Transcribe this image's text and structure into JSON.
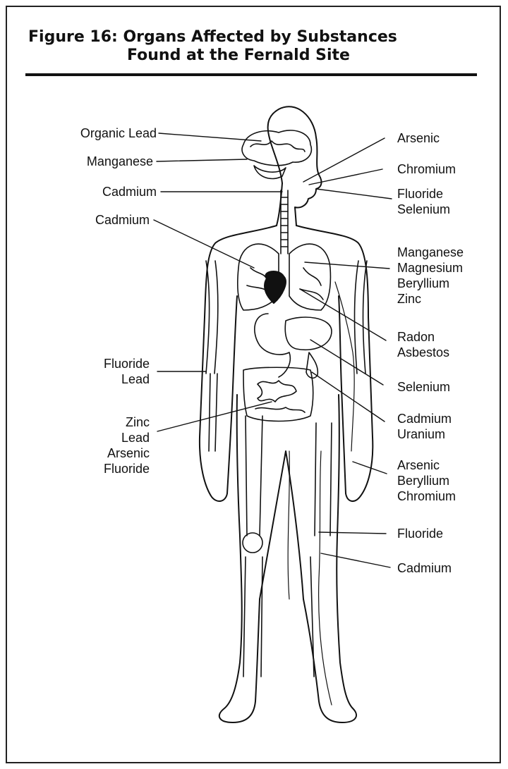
{
  "title_line1": "Figure 16: Organs Affected by  Substances",
  "title_line2": "Found at the Fernald Site",
  "labels_left": [
    {
      "id": "organic-lead",
      "lines": [
        "Organic Lead"
      ]
    },
    {
      "id": "manganese-brain",
      "lines": [
        "Manganese"
      ]
    },
    {
      "id": "cadmium-nasal",
      "lines": [
        "Cadmium"
      ]
    },
    {
      "id": "cadmium-lungs",
      "lines": [
        "Cadmium"
      ]
    },
    {
      "id": "fluoride-lead-bone",
      "lines": [
        "Fluoride",
        "Lead"
      ]
    },
    {
      "id": "intestine-group",
      "lines": [
        "Zinc",
        "Lead",
        "Arsenic",
        "Fluoride"
      ]
    }
  ],
  "labels_right": [
    {
      "id": "arsenic-mouth",
      "lines": [
        "Arsenic"
      ]
    },
    {
      "id": "chromium-nose",
      "lines": [
        "Chromium"
      ]
    },
    {
      "id": "fluoride-selenium-teeth",
      "lines": [
        "Fluoride",
        "Selenium"
      ]
    },
    {
      "id": "lung-metals",
      "lines": [
        "Manganese",
        "Magnesium",
        "Beryllium",
        "Zinc"
      ]
    },
    {
      "id": "radon-asbestos",
      "lines": [
        "Radon",
        "Asbestos"
      ]
    },
    {
      "id": "selenium-liver",
      "lines": [
        "Selenium"
      ]
    },
    {
      "id": "cadmium-uranium-kidney",
      "lines": [
        "Cadmium",
        "Uranium"
      ]
    },
    {
      "id": "skin-group",
      "lines": [
        "Arsenic",
        "Beryllium",
        "Chromium"
      ]
    },
    {
      "id": "fluoride-bone",
      "lines": [
        "Fluoride"
      ]
    },
    {
      "id": "cadmium-bone",
      "lines": [
        "Cadmium"
      ]
    }
  ]
}
